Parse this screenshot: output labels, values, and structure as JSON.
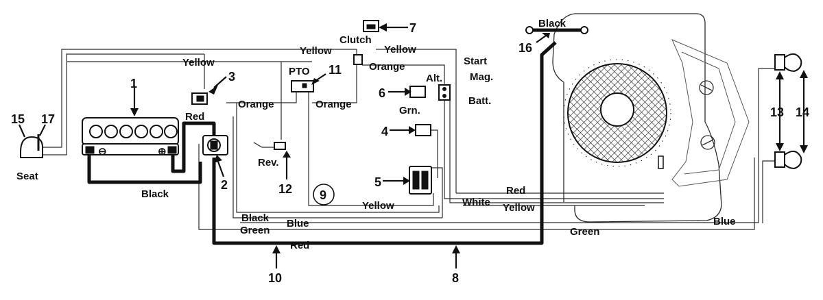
{
  "wire_labels": {
    "yellow_top": "Yellow",
    "yellow_mid": "Yellow",
    "yellow_top_right": "Yellow",
    "clutch": "Clutch",
    "orange_top": "Orange",
    "orange_mid": "Orange",
    "orange_right": "Orange",
    "pto": "PTO",
    "red_battery": "Red",
    "black_battery": "Black",
    "seat": "Seat",
    "rev": "Rev.",
    "start": "Start",
    "alt": "Alt.",
    "mag": "Mag.",
    "grn": "Grn.",
    "batt": "Batt.",
    "black_ground": "Black",
    "black_low": "Black",
    "green_low": "Green",
    "blue_low": "Blue",
    "red_low": "Red",
    "red_right": "Red",
    "white": "White",
    "yellow_low": "Yellow",
    "yellow_right": "Yellow",
    "blue_right": "Blue",
    "green_right": "Green"
  },
  "callouts": {
    "c1": "1",
    "c2": "2",
    "c3": "3",
    "c4": "4",
    "c5": "5",
    "c6": "6",
    "c7": "7",
    "c8": "8",
    "c9": "9",
    "c10": "10",
    "c11": "11",
    "c12": "12",
    "c13": "13",
    "c14": "14",
    "c15": "15",
    "c16": "16",
    "c17": "17"
  }
}
